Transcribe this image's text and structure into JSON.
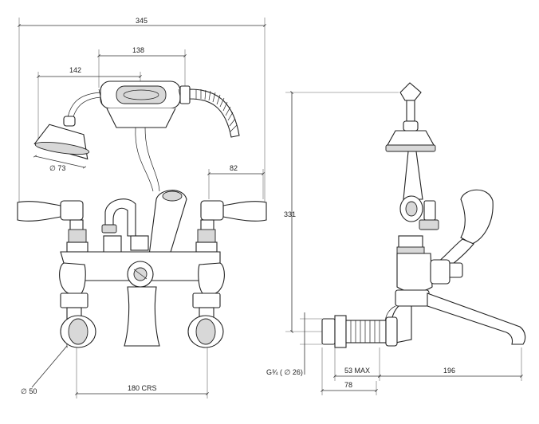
{
  "front_view": {
    "dimensions": {
      "overall_width": "345",
      "handset_width": "138",
      "hose_offset": "142",
      "shower_head_diameter": "∅ 73",
      "lever_length": "82",
      "centres": "180 CRS",
      "flange_diameter": "∅ 50"
    }
  },
  "side_view": {
    "dimensions": {
      "overall_height": "331",
      "inlet_thread": "G¾ ( ∅ 26)",
      "tail_length": "53 MAX",
      "spout_reach": "196",
      "flange_to_body": "78"
    }
  },
  "colors": {
    "line": "#222222",
    "dimension": "#333333",
    "background": "#ffffff"
  }
}
